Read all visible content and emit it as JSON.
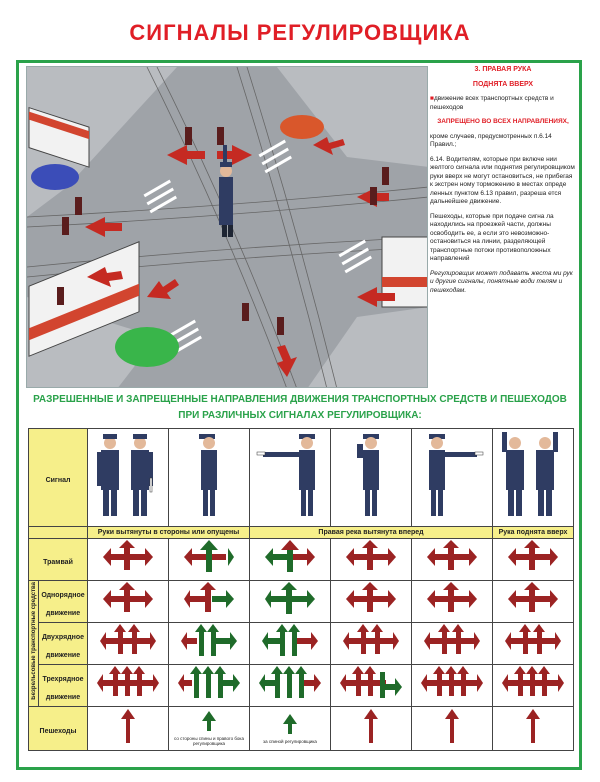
{
  "title": "СИГНАЛЫ РЕГУЛИРОВЩИКА",
  "side": {
    "heading_1": "3. ПРАВАЯ РУКА",
    "heading_2": "ПОДНЯТА ВВЕРХ",
    "p1": "движение всех транспортных средств и пешеходов",
    "forbidden": "ЗАПРЕЩЕНО ВО ВСЕХ НАПРАВЛЕНИЯХ,",
    "p2": "кроме случаев, предусмотренных п.6.14 Правил.;",
    "p3": "6.14. Водителям, которые при включе нии желтого сигнала или поднятия регулировщиком руки вверх не могут остановиться, не прибегая к экстрен ному торможению в местах опреде ленных пунктом 6.13 правил, разреша ется дальнейшее движение.",
    "p4": "Пешеходы, которые при подаче сигна ла находились на проезжей части, должны освободить ее, а если это невозможно-остановиться на линии, разделяющей транспортные потоки противоположных направлений",
    "p5": "Регулировщик может подавать жеста ми рук и другие сигналы, понятные води телям и пешеходам."
  },
  "subtitle_1": "РАЗРЕШЕННЫЕ И ЗАПРЕЩЕННЫЕ НАПРАВЛЕНИЯ ДВИЖЕНИЯ ТРАНСПОРТНЫХ СРЕДСТВ И ПЕШЕХОДОВ",
  "subtitle_2": "ПРИ РАЗЛИЧНЫХ СИГНАЛАХ РЕГУЛИРОВЩИКА:",
  "table": {
    "signal_label": "Сигнал",
    "headers": [
      "Руки вытянуты в стороны или опущены",
      "Правая река вытянута вперед",
      "Рука поднята вверх"
    ],
    "group_label": "Безрельсовые транспортные средства",
    "rows": [
      "Трамвай",
      "Однорядное движение",
      "Двухрядное движение",
      "Трехрядное движение",
      "Пешеходы"
    ],
    "note_left": "со стороны спины и правого бока регулировщика",
    "note_right": "за спиной регулировщика"
  },
  "colors": {
    "red": "#9b2323",
    "green": "#1f6b2a",
    "accent": "#e01e26",
    "frame": "#2aa24a",
    "header_fill": "#f6ef8a"
  }
}
